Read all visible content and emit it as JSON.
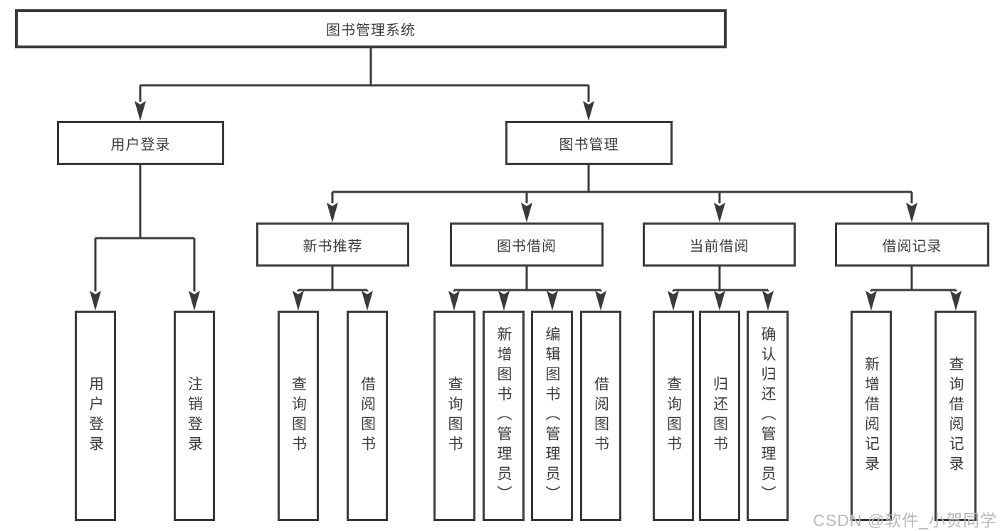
{
  "diagram": {
    "root": "图书管理系统",
    "user_login": {
      "label": "用户登录",
      "children": [
        "用户登录",
        "注销登录"
      ]
    },
    "book_mgmt": {
      "label": "图书管理",
      "sections": {
        "new_book": {
          "label": "新书推荐",
          "children": [
            "查询图书",
            "借阅图书"
          ]
        },
        "borrow": {
          "label": "图书借阅",
          "children": [
            "查询图书",
            "新增图书（管理员）",
            "编辑图书（管理员）",
            "借阅图书"
          ]
        },
        "current": {
          "label": "当前借阅",
          "children": [
            "查询图书",
            "归还图书",
            "确认归还（管理员）"
          ]
        },
        "records": {
          "label": "借阅记录",
          "children": [
            "新增借阅记录",
            "查询借阅记录"
          ]
        }
      }
    }
  },
  "watermark": {
    "text": "CSDN @软件_小贺同学"
  },
  "colors": {
    "line": "#3a3a3a",
    "text": "#3c3c3c",
    "watermark": "#b9b9b9",
    "background": "#ffffff"
  }
}
